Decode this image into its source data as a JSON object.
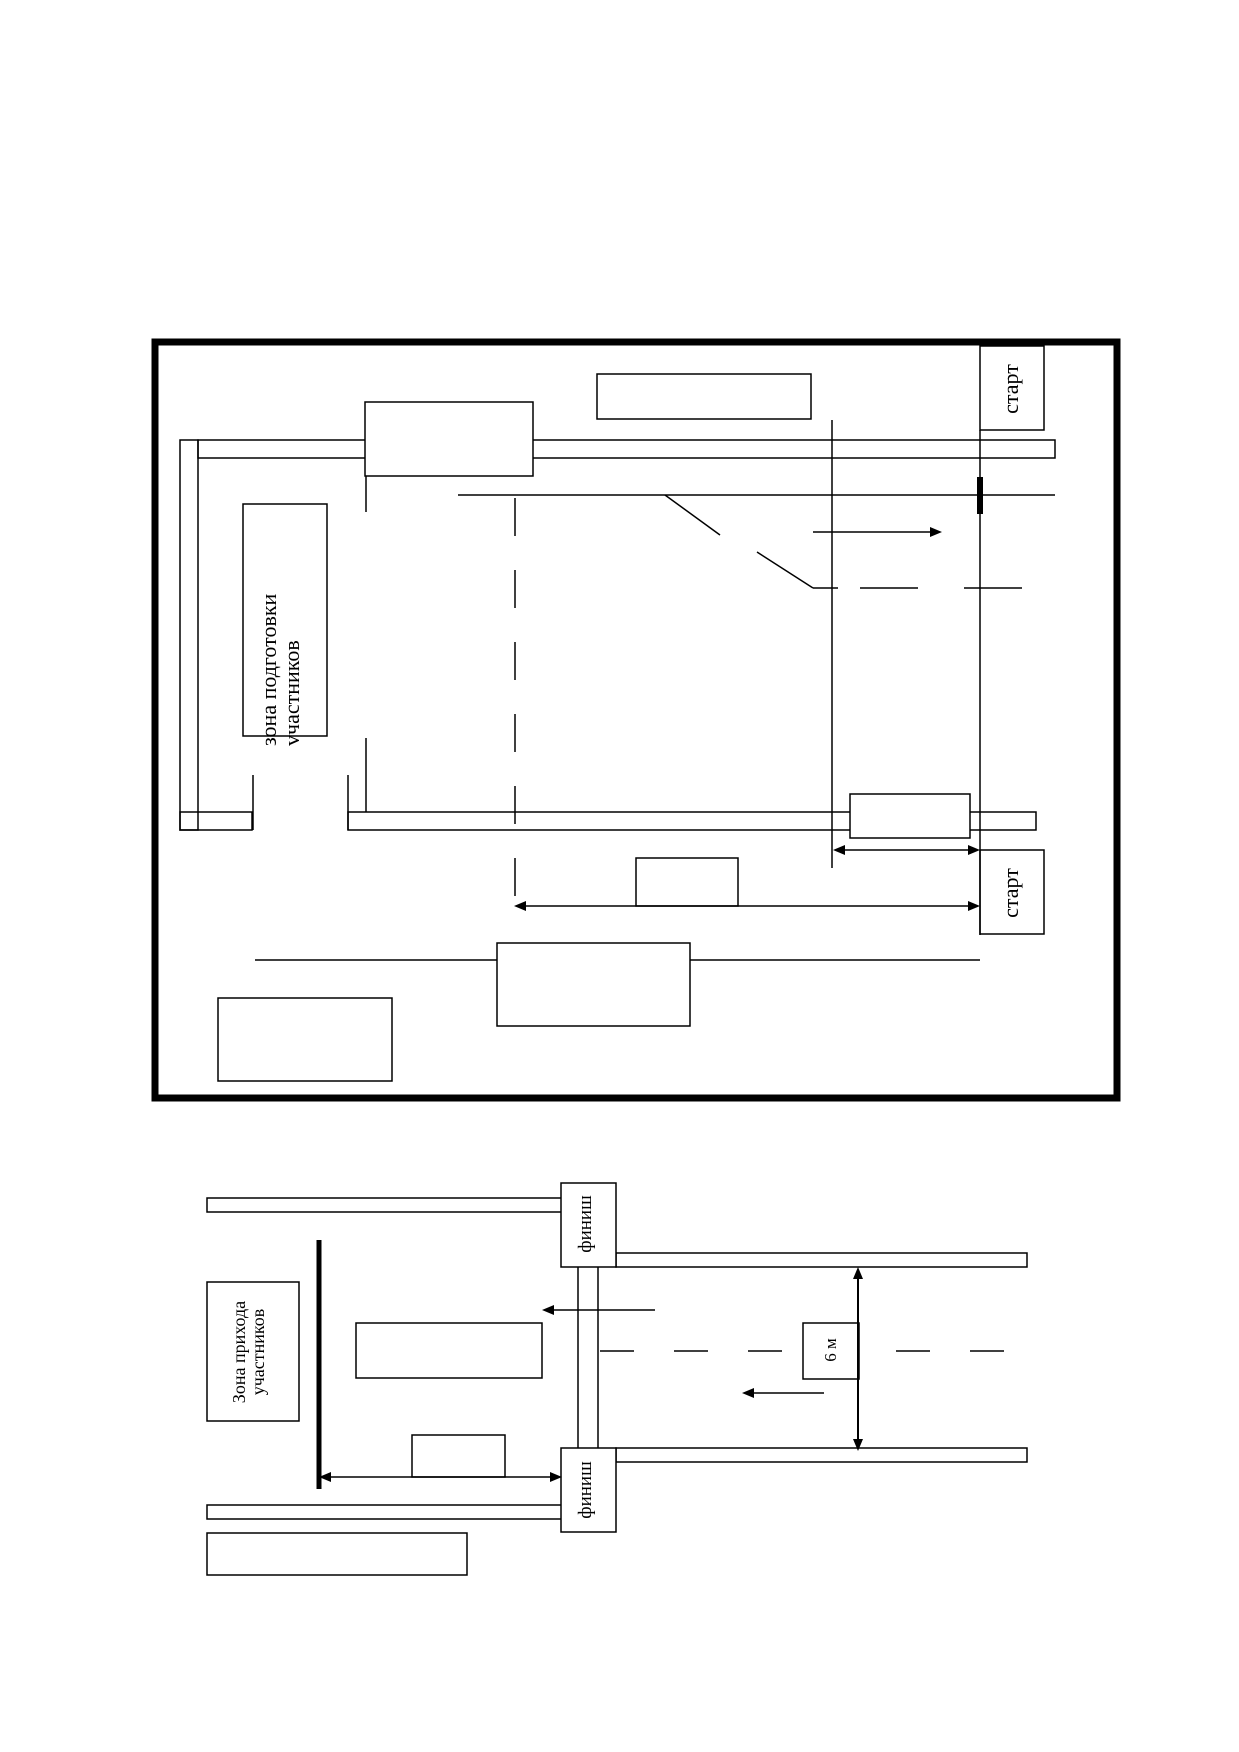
{
  "start_labels": [
    "старт",
    "старт"
  ],
  "prep_zone_label": [
    "зона  подготовки",
    "vчастников"
  ],
  "finish_labels": [
    "финиш",
    "финиш"
  ],
  "arrival_zone_label": [
    "Зона  прихода",
    "участников"
  ],
  "distance_label": "6 м",
  "colors": {
    "ink": "#000000",
    "paper": "#ffffff"
  }
}
